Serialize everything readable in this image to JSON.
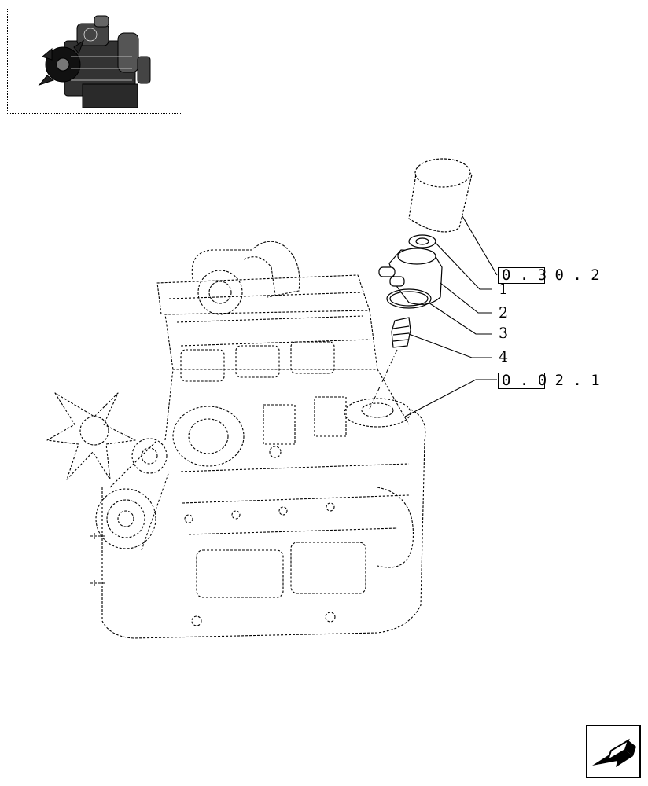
{
  "references": [
    {
      "id": "filter",
      "boxed": "0 . 3",
      "rest": " 0 . 2"
    },
    {
      "id": "block",
      "boxed": "0 . 0",
      "rest": " 2 . 1"
    }
  ],
  "callouts": [
    "1",
    "2",
    "3",
    "4"
  ],
  "icons": {
    "thumbnail": "engine-thumbnail-icon",
    "navigation": "back-arrow-icon"
  },
  "colors": {
    "line": "#000000",
    "background": "#ffffff"
  }
}
